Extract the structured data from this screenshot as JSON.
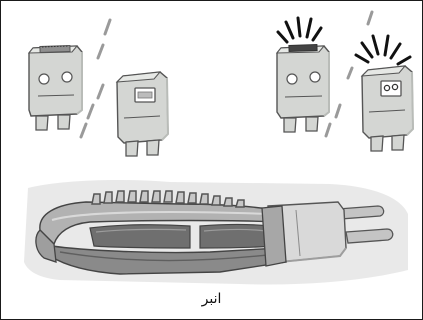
{
  "caption": "انبر",
  "colors": {
    "fuse_body": "#d4d6d3",
    "fuse_face": "#e6e8e5",
    "fuse_shadow": "#b9bcb8",
    "outline": "#555555",
    "dash": "#9a9a9a",
    "spark": "#111111",
    "puller_top": "#b7b7b7",
    "puller_mid": "#9a9a9a",
    "puller_dark": "#6d6d6d",
    "shadow_band": "#cfcfcf"
  },
  "fuses": [
    {
      "name": "fuse-top-window-intact",
      "state": "intact"
    },
    {
      "name": "fuse-side-window-intact",
      "state": "intact"
    },
    {
      "name": "fuse-top-window-blown",
      "state": "blown"
    },
    {
      "name": "fuse-side-window-blown",
      "state": "blown"
    }
  ],
  "tool": {
    "icon": "fuse-puller-icon"
  }
}
